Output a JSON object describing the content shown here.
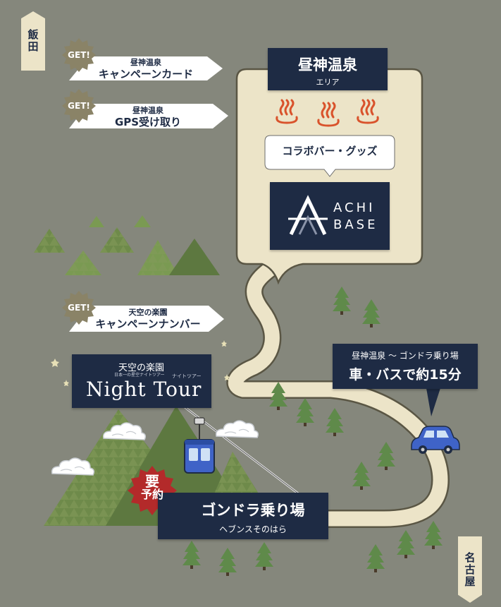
{
  "signs": {
    "iida": "飯田",
    "nagoya": "名古屋"
  },
  "callouts": [
    {
      "badge": "GET!",
      "line1": "昼神温泉",
      "line2": "キャンペーンカード"
    },
    {
      "badge": "GET!",
      "line1": "昼神温泉",
      "line2": "GPS受け取り"
    },
    {
      "badge": "GET!",
      "line1": "天空の楽園",
      "line2": "キャンペーンナンバー"
    }
  ],
  "onsen_area": {
    "title": "昼神温泉",
    "subtitle": "エリア",
    "collab_label": "コラボバー・グッズ",
    "icon": "hot-spring-icon",
    "logo_line1": "ACHI",
    "logo_line2": "BASE"
  },
  "night_tour": {
    "line1": "天空の楽園",
    "line1_small": "日本一の星空ナイトツアー",
    "line2": "Night Tour",
    "ruby": "ナイトツアー"
  },
  "travel_time": {
    "route": "昼神温泉 〜 ゴンドラ乗り場",
    "duration": "車・バスで約15分"
  },
  "gondola": {
    "title": "ゴンドラ乗り場",
    "subtitle": "ヘブンスそのはら",
    "reservation_line1": "要",
    "reservation_line2": "予約"
  },
  "colors": {
    "background": "#85877c",
    "navy": "#1e2b44",
    "road": "#ece4c8",
    "road_border": "#5a5644",
    "tree_green": "#6e8a4a",
    "badge_red": "#b32a2a",
    "car_blue": "#3f63c7",
    "onsen_red": "#d9532c"
  }
}
